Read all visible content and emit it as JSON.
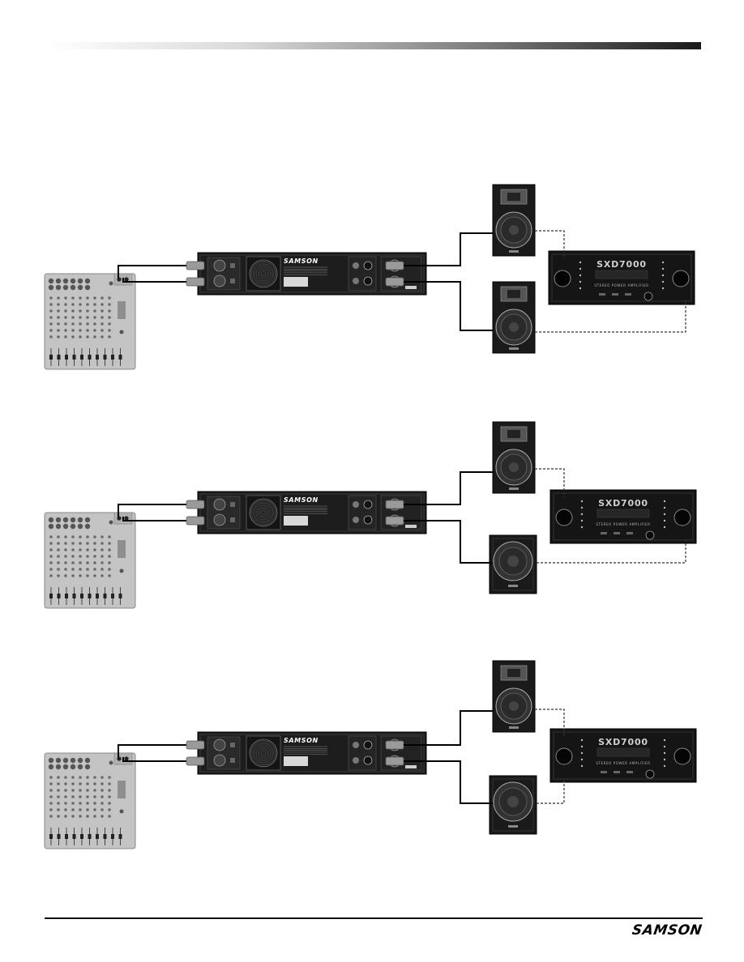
{
  "header": {
    "bar_visible": true
  },
  "diagrams": [
    {
      "id": "diagram-1",
      "description_none": "",
      "amp_logo": "SAMSON",
      "front_amp": {
        "model": "SXD7000",
        "subtitle": "STEREO POWER AMPLIFIER"
      },
      "speakers": [
        "full-range",
        "full-range"
      ]
    },
    {
      "id": "diagram-2",
      "amp_logo": "SAMSON",
      "front_amp": {
        "model": "SXD7000",
        "subtitle": "STEREO POWER AMPLIFIER"
      },
      "speakers": [
        "full-range",
        "subwoofer"
      ]
    },
    {
      "id": "diagram-3",
      "amp_logo": "SAMSON",
      "front_amp": {
        "model": "SXD7000",
        "subtitle": "STEREO POWER AMPLIFIER"
      },
      "speakers": [
        "full-range",
        "subwoofer"
      ]
    }
  ],
  "footer": {
    "logo": "SAMSON"
  },
  "colors": {
    "panel": "#1c1c1c",
    "mixer": "#bdbdbd",
    "cable": "#000000",
    "xlr": "#9a9a9a"
  },
  "icons": [
    "mixer-icon",
    "power-amp-rear-icon",
    "power-amp-front-icon",
    "speaker-icon",
    "subwoofer-icon",
    "xlr-connector-icon"
  ]
}
